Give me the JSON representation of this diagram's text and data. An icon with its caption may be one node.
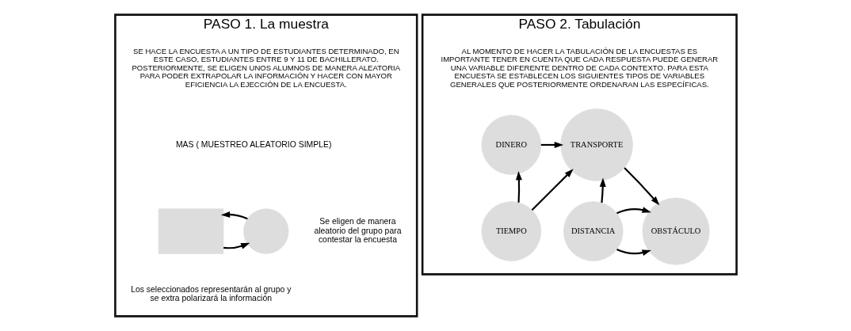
{
  "diagram": {
    "nodes": [
      {
        "text": [
          "PASO 1. La muestra"
        ]
      },
      {
        "text": [
          "SE HACE LA ENCUESTA A UN TIPO DE ESTUDIANTES DETERMINADO, EN ESTE CASO, ESTUDIANTES ENTRE 9 Y 11 DE BACHILLERATO. POSTERIORMENTE, SE ELIGEN UNOS ALUMNOS DE MANERA ALEATORIA PARA PODER EXTRAPOLAR LA INFORMACIÓN Y HACER CON MAYOR EFICIENCIA LA EJECCIÓN DE LA ENCUESTA."
        ],
        "in": 0
      },
      {
        "text": [
          "MAS ( MUESTREO ALEATORIO SIMPLE)"
        ],
        "in": 0
      },
      {
        "text": [],
        "shape": "box",
        "in": 0
      },
      {
        "text": [],
        "shape": "circle",
        "in": 0
      },
      {
        "text": [
          "Se eligen de manera aleatorio del grupo para contestar la encuesta"
        ],
        "in": 0
      },
      {
        "text": [
          "Los seleccionados representarán al grupo y se extra polarizará la información"
        ],
        "in": 0
      },
      {
        "text": [
          "PASO 2. Tabulación"
        ]
      },
      {
        "text": [
          "AL MOMENTO DE HACER LA TABULACIÓN DE LA ENCUESTAS ES IMPORTANTE TENER EN CUENTA QUE CADA RESPUESTA PUEDE GENERAR UNA VARIABLE DIFERENTE DENTRO DE CADA CONTEXTO. PARA ESTA ENCUESTA SE ESTABLECEN LOS SIGUIENTES TIPOS DE VARIABLES GENERALES QUE POSTERIORMENTE ORDENARAN LAS ESPECÍFICAS."
        ],
        "in": 7
      },
      {
        "text": [
          "DINERO"
        ],
        "in": 7
      },
      {
        "text": [
          "TRANSPORTE"
        ],
        "in": 7
      },
      {
        "text": [
          "TIEMPO"
        ],
        "in": 7
      },
      {
        "text": [
          "DISTANCIA"
        ],
        "in": 7
      },
      {
        "text": [
          "OBSTÁCULO"
        ],
        "in": 7
      }
    ],
    "edges": [
      {
        "from": 3,
        "to": 4,
        "arrow": "to"
      },
      {
        "from": 4,
        "to": 3,
        "arrow": "to"
      },
      {
        "from": 9,
        "to": 10,
        "arrow": "to"
      },
      {
        "from": 10,
        "to": 13,
        "arrow": "to"
      },
      {
        "from": 11,
        "to": 9,
        "arrow": "to"
      },
      {
        "from": 11,
        "to": 10,
        "arrow": "to"
      },
      {
        "from": 12,
        "to": 10,
        "arrow": "to"
      },
      {
        "from": 12,
        "to": 13,
        "arrow": "to"
      },
      {
        "from": 12,
        "to": 13,
        "arrow": "to"
      }
    ]
  }
}
